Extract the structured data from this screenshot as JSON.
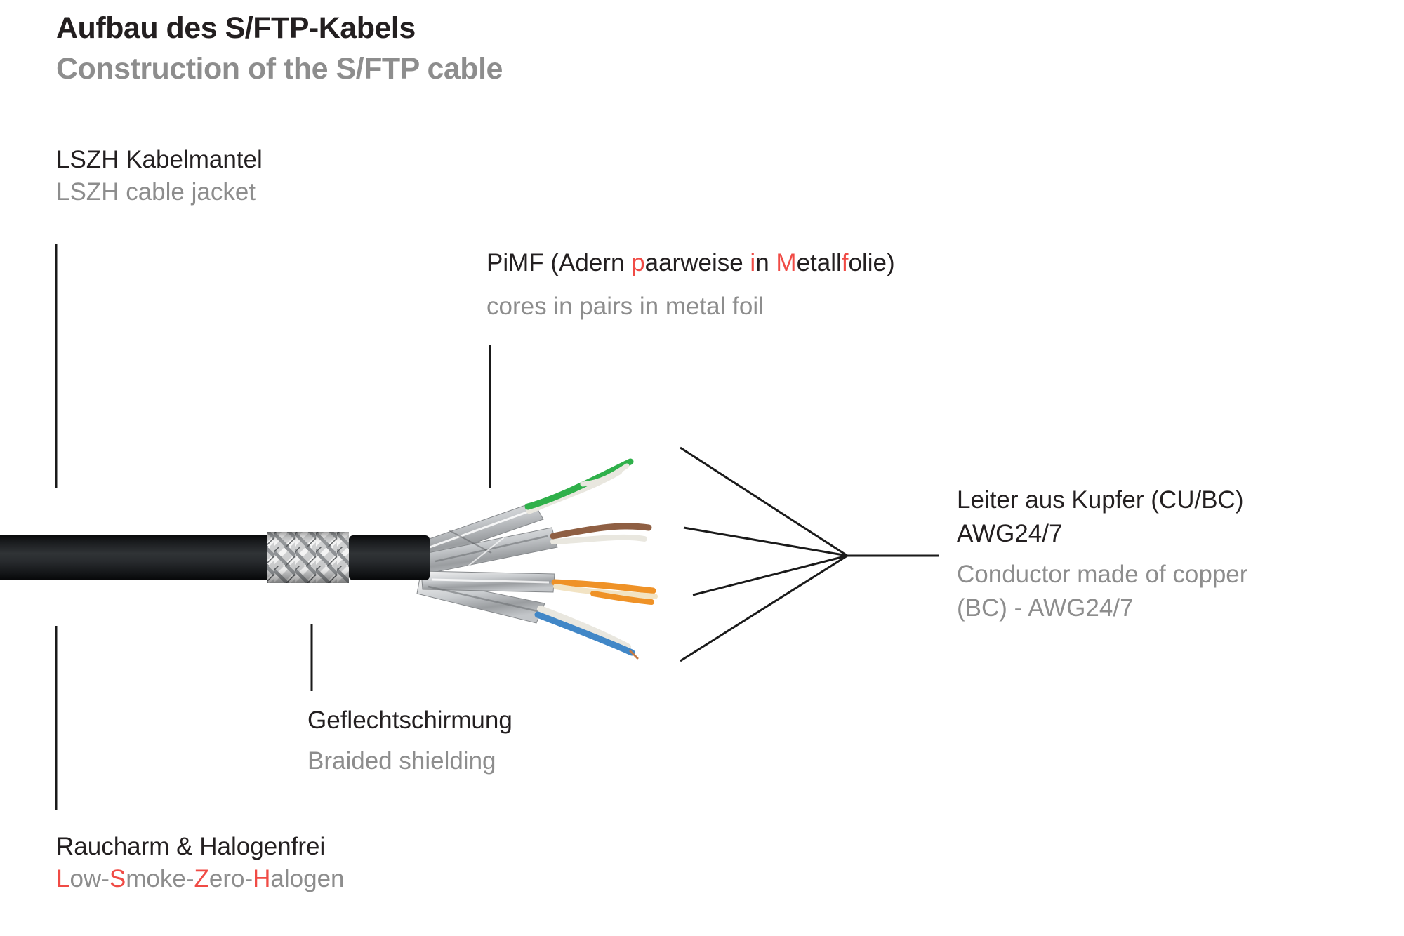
{
  "header": {
    "title_de": "Aufbau des S/FTP-Kabels",
    "title_en": "Construction of the S/FTP cable"
  },
  "labels": {
    "jacket_de": "LSZH Kabelmantel",
    "jacket_en": "LSZH cable jacket",
    "pimf_de_segments": [
      {
        "text": "PiMF (Adern ",
        "color": "black"
      },
      {
        "text": "p",
        "color": "red"
      },
      {
        "text": "aarweise ",
        "color": "black"
      },
      {
        "text": "i",
        "color": "red"
      },
      {
        "text": "n ",
        "color": "black"
      },
      {
        "text": "M",
        "color": "red"
      },
      {
        "text": "etall",
        "color": "black"
      },
      {
        "text": "f",
        "color": "red"
      },
      {
        "text": "olie)",
        "color": "black"
      }
    ],
    "pimf_en": "cores in pairs in metal foil",
    "conductor_de_line1": "Leiter aus Kupfer (CU/BC)",
    "conductor_de_line2": "AWG24/7",
    "conductor_en_line1": "Conductor made of copper",
    "conductor_en_line2": "(BC) - AWG24/7",
    "braid_de": "Geflechtschirmung",
    "braid_en": "Braided shielding",
    "halogen_de": "Raucharm & Halogenfrei",
    "halogen_en_segments": [
      {
        "text": "L",
        "color": "red"
      },
      {
        "text": "ow-",
        "color": "gray"
      },
      {
        "text": "S",
        "color": "red"
      },
      {
        "text": "moke-",
        "color": "gray"
      },
      {
        "text": "Z",
        "color": "red"
      },
      {
        "text": "ero-",
        "color": "gray"
      },
      {
        "text": "H",
        "color": "red"
      },
      {
        "text": "alogen",
        "color": "gray"
      }
    ]
  },
  "colors": {
    "text": "#231f20",
    "muted": "#8d8d8d",
    "accent": "#f04b45",
    "line": "#1a1a1a",
    "jacket": "#17191b",
    "braid": "#d2d3d4",
    "foil": "#c6c9cc",
    "wire-green": "#2fb04a",
    "wire-brown": "#8f5f43",
    "wire-orange": "#ef9227",
    "wire-cream": "#f2e3c3",
    "wire-blue": "#4187c7",
    "wire-white": "#e9e7df",
    "copper": "#c57a45"
  }
}
